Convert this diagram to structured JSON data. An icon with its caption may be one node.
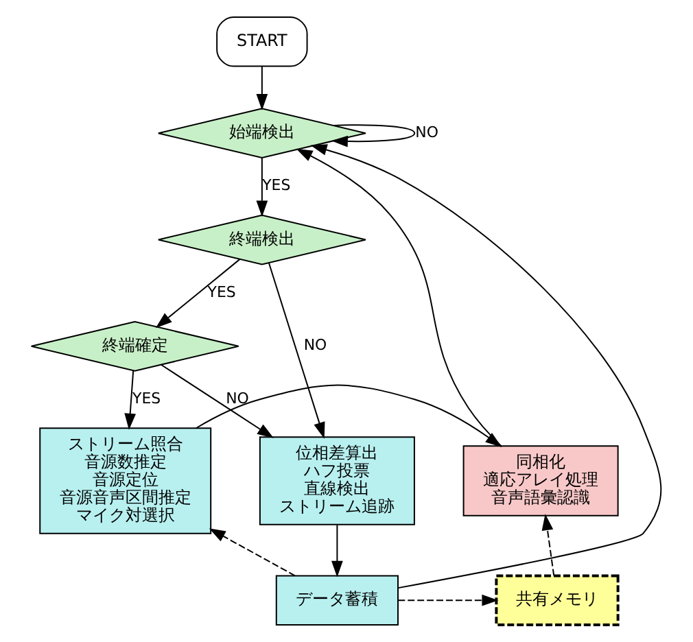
{
  "diagram": {
    "nodes": [
      {
        "text": [
          "START"
        ]
      },
      {
        "text": [
          "始端検出"
        ]
      },
      {
        "text": [
          "終端検出"
        ]
      },
      {
        "text": [
          "終端確定"
        ]
      },
      {
        "text": [
          "位相差算出",
          "ハフ投票",
          "直線検出",
          "ストリーム追跡"
        ]
      },
      {
        "text": [
          "ストリーム照合",
          "音源数推定",
          "音源定位",
          "音源音声区間推定",
          "マイク対選択"
        ]
      },
      {
        "text": [
          "同相化",
          "適応アレイ処理",
          "音声語彙認識"
        ]
      },
      {
        "text": [
          "データ蓄積"
        ]
      },
      {
        "text": [
          "共有メモリ"
        ]
      }
    ],
    "edges": [
      {
        "from": 0,
        "to": 1,
        "arrow": "to"
      },
      {
        "from": 1,
        "to": 1,
        "arrow": "to",
        "label": "NO"
      },
      {
        "from": 1,
        "to": 2,
        "arrow": "to",
        "label": "YES"
      },
      {
        "from": 2,
        "to": 4,
        "arrow": "to",
        "label": "NO"
      },
      {
        "from": 2,
        "to": 3,
        "arrow": "to",
        "label": "YES"
      },
      {
        "from": 3,
        "to": 5,
        "arrow": "to",
        "label": "YES"
      },
      {
        "from": 3,
        "to": 4,
        "arrow": "to",
        "label": "NO"
      },
      {
        "from": 4,
        "to": 7,
        "arrow": "to"
      },
      {
        "from": 7,
        "to": 1,
        "arrow": "to"
      },
      {
        "from": 7,
        "to": 5,
        "arrow": "to",
        "style": "dashed"
      },
      {
        "from": 7,
        "to": 8,
        "arrow": "to",
        "style": "dashed"
      },
      {
        "from": 8,
        "to": 6,
        "arrow": "to",
        "style": "dashed"
      },
      {
        "from": 5,
        "to": 6,
        "arrow": "to"
      },
      {
        "from": 6,
        "to": 1,
        "arrow": "to"
      }
    ]
  }
}
